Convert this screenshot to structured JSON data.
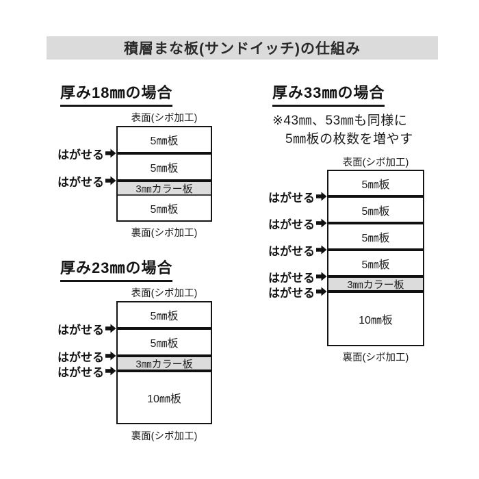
{
  "title_bar": {
    "text": "積層まな板(サンドイッチ)の仕組み"
  },
  "shared": {
    "front_label": "表面(シボ加工)",
    "back_label": "裏面(シボ加工)",
    "peel_label": "はがせる",
    "peel_icon": "right-block-arrow-icon"
  },
  "colors": {
    "title_bar_bg": "#dbdbdb",
    "color_layer_bg": "#dcdcdc",
    "line_ink": "#141414",
    "background": "#ffffff"
  },
  "sections": [
    {
      "heading": "厚み18㎜の場合",
      "layers": [
        "5㎜板",
        "5㎜板",
        "3㎜カラー板",
        "5㎜板"
      ],
      "peel_rows": 2
    },
    {
      "heading": "厚み23㎜の場合",
      "layers": [
        "5㎜板",
        "5㎜板",
        "3㎜カラー板",
        "10㎜板"
      ],
      "peel_rows": 3
    },
    {
      "heading": "厚み33㎜の場合",
      "note_lines": [
        "※43㎜、53㎜も同様に",
        "5㎜板の枚数を増やす"
      ],
      "layers": [
        "5㎜板",
        "5㎜板",
        "5㎜板",
        "5㎜板",
        "3㎜カラー板",
        "10㎜板"
      ],
      "peel_rows": 5
    }
  ]
}
